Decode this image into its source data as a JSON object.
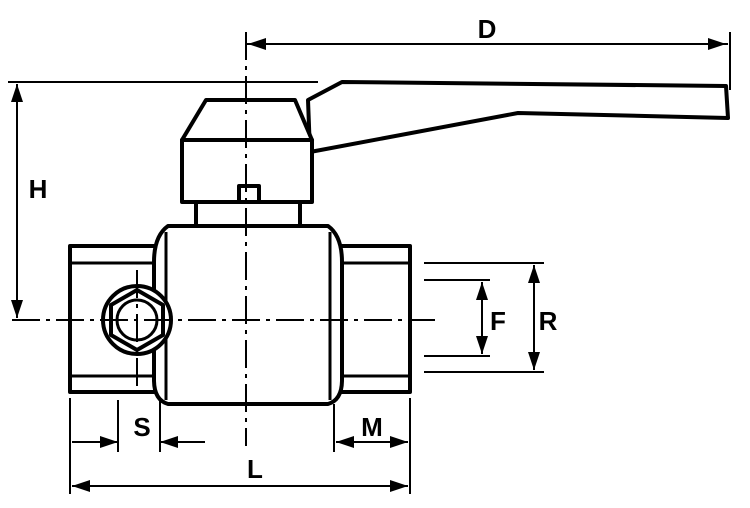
{
  "labels": {
    "D": "D",
    "H": "H",
    "F": "F",
    "R": "R",
    "S": "S",
    "M": "M",
    "L": "L"
  }
}
